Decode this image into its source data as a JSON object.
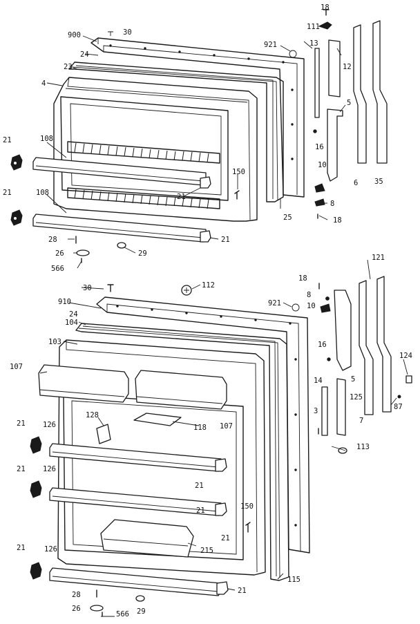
{
  "diagram": {
    "labels": {
      "top_18a": "18",
      "top_111": "111",
      "top_30": "30",
      "top_900": "900",
      "top_921": "921",
      "top_13": "13",
      "top_12": "12",
      "top_24": "24",
      "top_23": "23",
      "top_4": "4",
      "top_5": "5",
      "top_16": "16",
      "top_21a": "21",
      "top_108a": "108",
      "top_150": "150",
      "top_21b": "21",
      "top_10": "10",
      "top_6": "6",
      "top_35": "35",
      "top_8": "8",
      "top_21c": "21",
      "top_108b": "108",
      "top_25": "25",
      "top_18b": "18",
      "top_28": "28",
      "top_21d": "21",
      "top_26": "26",
      "top_29": "29",
      "top_566": "566",
      "bot_121": "121",
      "bot_18": "18",
      "bot_30": "30",
      "bot_112": "112",
      "bot_8": "8",
      "bot_910": "910",
      "bot_921": "921",
      "bot_10": "10",
      "bot_24": "24",
      "bot_104": "104",
      "bot_103": "103",
      "bot_16": "16",
      "bot_124": "124",
      "bot_107a": "107",
      "bot_5": "5",
      "bot_14": "14",
      "bot_125": "125",
      "bot_3": "3",
      "bot_87": "87",
      "bot_7": "7",
      "bot_21a": "21",
      "bot_126a": "126",
      "bot_128": "128",
      "bot_118": "118",
      "bot_107b": "107",
      "bot_113": "113",
      "bot_21b": "21",
      "bot_126b": "126",
      "bot_21c": "21",
      "bot_21d": "21",
      "bot_150": "150",
      "bot_21e": "21",
      "bot_215": "215",
      "bot_21f": "21",
      "bot_126c": "126",
      "bot_115": "115",
      "bot_28": "28",
      "bot_21g": "21",
      "bot_26": "26",
      "bot_566": "566",
      "bot_29": "29"
    }
  }
}
